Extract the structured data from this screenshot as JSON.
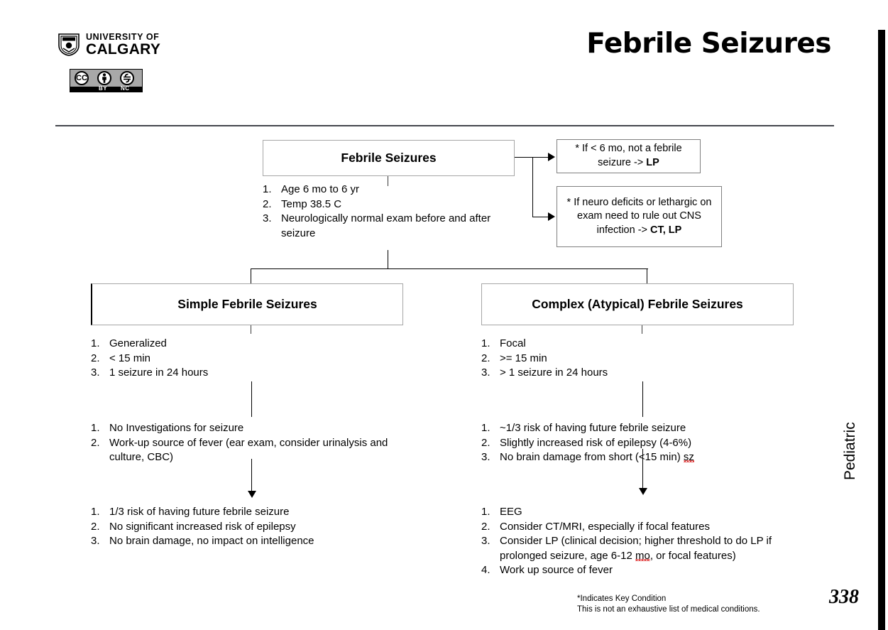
{
  "header": {
    "institution_line1": "UNIVERSITY OF",
    "institution_line2": "CALGARY",
    "license": {
      "cc_glyph": "CC",
      "by_glyph": "i",
      "nc_glyph": "$",
      "by_label": "BY",
      "nc_label": "NC"
    },
    "title": "Febrile Seizures"
  },
  "sidebar": {
    "section_label": "Pediatric"
  },
  "flowchart": {
    "root_box": {
      "title": "Febrile Seizures"
    },
    "root_criteria": [
      "Age 6 mo to 6 yr",
      "Temp 38.5 C",
      "Neurologically normal exam before and after seizure"
    ],
    "notes": [
      {
        "text_plain": "* If < 6 mo, not a febrile seizure -> ",
        "bold_tail": "LP"
      },
      {
        "text_plain": "* If neuro deficits or lethargic on exam need to rule out CNS infection -> ",
        "bold_tail": "CT, LP"
      }
    ],
    "branches": [
      {
        "title": "Simple Febrile Seizures",
        "criteria": [
          "Generalized",
          "< 15 min",
          "1 seizure in 24 hours"
        ],
        "management": [
          "No Investigations for seizure",
          "Work-up source of fever (ear exam, consider urinalysis and culture, CBC)"
        ],
        "outcomes": [
          "1/3 risk of having future febrile seizure",
          "No significant increased risk of epilepsy",
          "No brain damage, no impact on intelligence"
        ]
      },
      {
        "title": "Complex (Atypical) Febrile Seizures",
        "criteria": [
          "Focal",
          ">= 15 min",
          "> 1 seizure in 24 hours"
        ],
        "outcomes": [
          "~1/3 risk of having future febrile seizure",
          "Slightly increased risk of epilepsy (4-6%)",
          "No brain damage from short (<15 min) sz"
        ],
        "management": [
          "EEG",
          "Consider CT/MRI, especially if focal features",
          "Consider LP (clinical decision; higher threshold to do LP if prolonged seizure, age 6-12 mo, or focal features)",
          "Work up source of fever"
        ]
      }
    ]
  },
  "footer": {
    "note_line1": "*Indicates Key Condition",
    "note_line2": "This is not an exhaustive list of medical conditions.",
    "page_number": "338"
  },
  "numbers": [
    "1.",
    "2.",
    "3.",
    "4."
  ],
  "colors": {
    "accent_bar": "#000000",
    "divider": "#44474d",
    "box_border": "#a6a6a6",
    "spellcheck": "#e03030"
  }
}
